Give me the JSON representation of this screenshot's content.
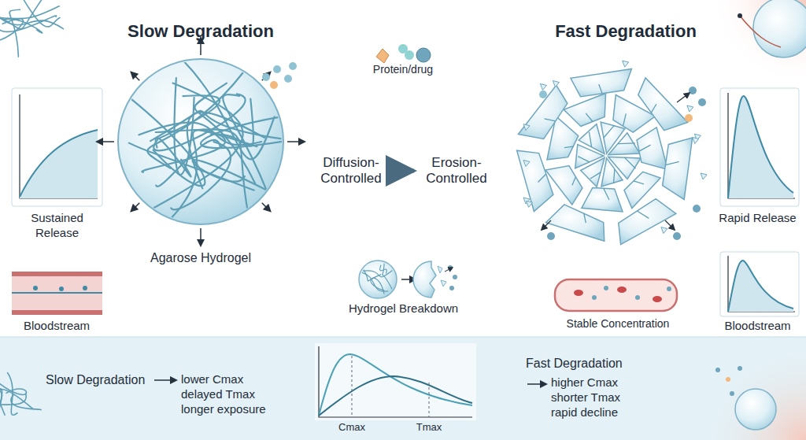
{
  "diagram": {
    "nodes": [
      {
        "text": [
          "Diffusion-Controlled"
        ]
      },
      {
        "text": [
          "Erosion-Controlled"
        ]
      }
    ],
    "edges": [
      {
        "from": 0,
        "to": 1,
        "arrow": "to"
      }
    ],
    "labels": [
      "Slow Degradation",
      "Fast Degradation",
      "Protein/drug",
      "Sustained Release",
      "Bloodstream",
      "Agarose Hydrogel",
      "Hydrogel Breakdown",
      "Rapid Release",
      "Stable Concentration",
      "Bloodstream",
      "Slow Degradation",
      "lower Cmax delayed Tmax longer exposure",
      "Cmax",
      "Tmax",
      "Fast Degradation",
      "higher Cmax shorter Tmax rapid decline"
    ]
  }
}
